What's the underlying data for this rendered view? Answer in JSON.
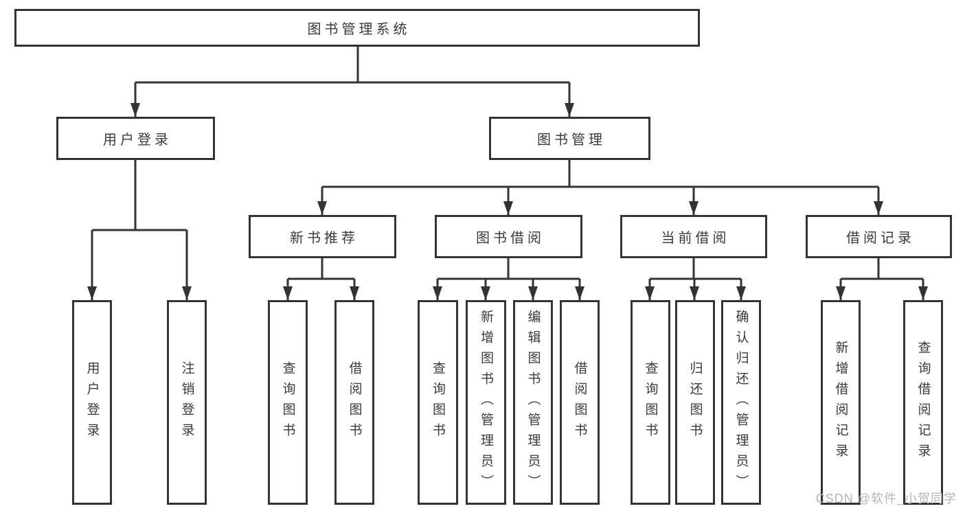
{
  "colors": {
    "line": "#333333",
    "box_border": "#333333",
    "text": "#3a3a3a",
    "background": "#ffffff",
    "watermark": "#b6b6b6"
  },
  "tree": {
    "label": "图书管理系统",
    "children": [
      {
        "label": "用户登录",
        "children": [
          {
            "label": "用户登录"
          },
          {
            "label": "注销登录"
          }
        ]
      },
      {
        "label": "图书管理",
        "children": [
          {
            "label": "新书推荐",
            "children": [
              {
                "label": "查询图书"
              },
              {
                "label": "借阅图书"
              }
            ]
          },
          {
            "label": "图书借阅",
            "children": [
              {
                "label": "查询图书"
              },
              {
                "label": "新增图书（管理员）"
              },
              {
                "label": "编辑图书（管理员）"
              },
              {
                "label": "借阅图书"
              }
            ]
          },
          {
            "label": "当前借阅",
            "children": [
              {
                "label": "查询图书"
              },
              {
                "label": "归还图书"
              },
              {
                "label": "确认归还（管理员）"
              }
            ]
          },
          {
            "label": "借阅记录",
            "children": [
              {
                "label": "新增借阅记录"
              },
              {
                "label": "查询借阅记录"
              }
            ]
          }
        ]
      }
    ]
  },
  "watermark": {
    "text": "CSDN @软件_小贺同学"
  }
}
